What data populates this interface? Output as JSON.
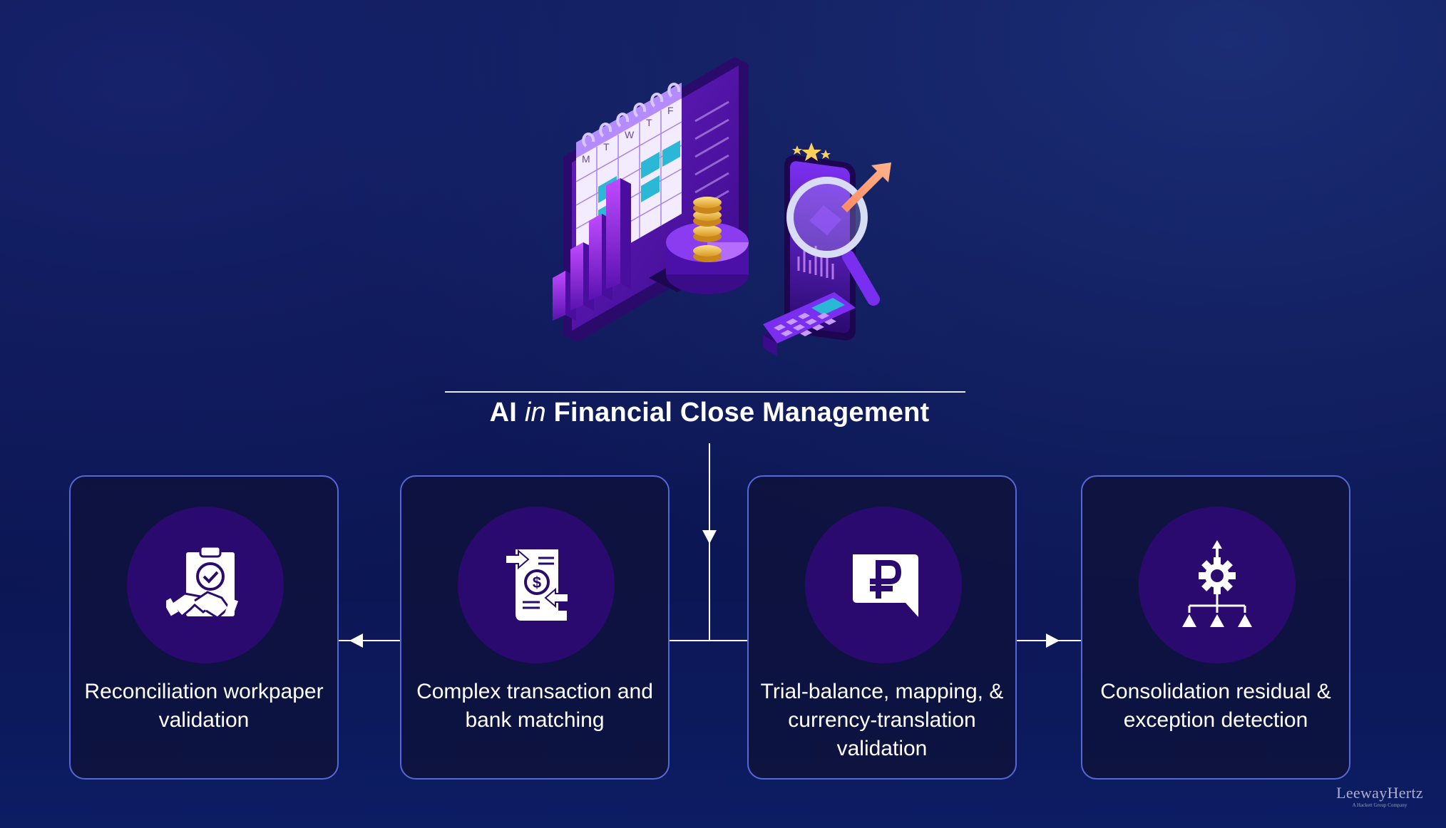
{
  "title": {
    "prefix": "AI",
    "italic": "in",
    "suffix": "Financial Close Management"
  },
  "hero": {
    "calendar_days": [
      "M",
      "T",
      "W",
      "T",
      "F"
    ]
  },
  "cards": [
    {
      "label": "Reconciliation workpaper validation",
      "icon": "clipboard-handshake-icon"
    },
    {
      "label": "Complex transaction and bank matching",
      "icon": "transaction-document-icon"
    },
    {
      "label": "Trial-balance, mapping, & currency-translation validation",
      "icon": "ruble-currency-bubble-icon"
    },
    {
      "label": "Consolidation residual & exception detection",
      "icon": "gear-hierarchy-icon"
    }
  ],
  "brand": {
    "name": "LeewayHertz",
    "tagline": "A Hackett Group Company"
  },
  "colors": {
    "background": "#0c1450",
    "card_border": "#5468d8",
    "icon_badge": "#2a0a6e",
    "accent_purple": "#8a2be2",
    "connector": "#ffffff"
  }
}
